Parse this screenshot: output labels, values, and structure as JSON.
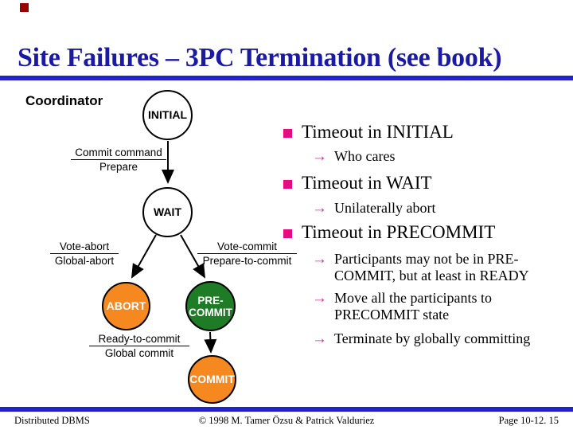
{
  "title": "Site Failures – 3PC Termination (see book)",
  "diagram": {
    "label": "Coordinator",
    "states": {
      "initial": "INITIAL",
      "wait": "WAIT",
      "abort": "ABORT",
      "precommit_line1": "PRE-",
      "precommit_line2": "COMMIT",
      "commit": "COMMIT"
    },
    "transitions": {
      "t1": {
        "event": "Commit command",
        "action": "Prepare"
      },
      "t2": {
        "event": "Vote-abort",
        "action": "Global-abort"
      },
      "t3": {
        "event": "Vote-commit",
        "action": "Prepare-to-commit"
      },
      "t4": {
        "event": "Ready-to-commit",
        "action": "Global commit"
      }
    }
  },
  "glyphs": {
    "arrow": "→"
  },
  "bullets": [
    {
      "label": "Timeout in INITIAL",
      "subs": [
        {
          "lines": [
            "Who cares"
          ]
        }
      ]
    },
    {
      "label": "Timeout in WAIT",
      "subs": [
        {
          "lines": [
            "Unilaterally abort"
          ]
        }
      ]
    },
    {
      "label": "Timeout in PRECOMMIT",
      "subs": [
        {
          "lines": [
            "Participants may not be in PRE-",
            "COMMIT, but at least in READY"
          ]
        },
        {
          "lines": [
            "Move all the participants to",
            "PRECOMMIT state"
          ]
        },
        {
          "lines": [
            "Terminate by globally committing"
          ]
        }
      ]
    }
  ],
  "footer": {
    "left": "Distributed DBMS",
    "center": "© 1998 M. Tamer Özsu & Patrick Valduriez",
    "right": "Page 10-12. 15"
  },
  "colors": {
    "title_blue": "#1a1aa4",
    "rule_blue": "#2323cd",
    "bullet_pink": "#e60b7e",
    "sub_arrow_pink": "#cc3399",
    "state_orange": "#f68820",
    "state_green": "#1e7b26",
    "corner_red": "#990000"
  }
}
